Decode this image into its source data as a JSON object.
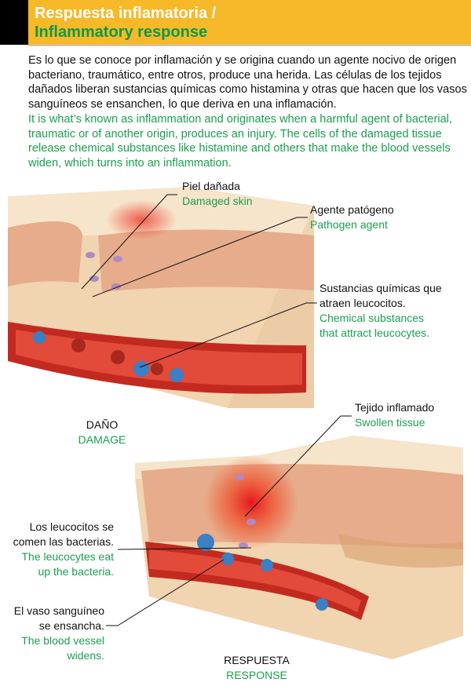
{
  "header": {
    "title_es": "Respuesta inflamatoria /",
    "title_en": "Inflammatory response"
  },
  "intro": {
    "es": "Es lo que se conoce por inflamación y se origina cuando un agente nocivo de origen bacteriano, traumático, entre otros, produce una herida. Las células de los tejidos dañados liberan sustancias químicas como histamina y otras que hacen que los vasos sanguíneos se ensanchen, lo que deriva en una inflamación.",
    "en": "It is what’s known as inflammation and originates when a harmful agent of bacterial, traumatic or of another origin, produces an injury. The cells of the damaged tissue release chemical substances like histamine and others that make the blood vessels widen, which turns into an inflammation."
  },
  "damage": {
    "title_es": "DAÑO",
    "title_en": "DAMAGE",
    "labels": [
      {
        "es": "Piel dañada",
        "en": "Damaged skin"
      },
      {
        "es": "Agente patógeno",
        "en": "Pathogen agent"
      },
      {
        "es1": "Sustancias químicas que",
        "es2": "atraen leucocitos.",
        "en1": "Chemical substances",
        "en2": "that attract leucocytes."
      }
    ]
  },
  "response": {
    "title_es": "RESPUESTA",
    "title_en": "RESPONSE",
    "labels": [
      {
        "es": "Tejido inflamado",
        "en": "Swollen tissue"
      },
      {
        "es1": "Los leucocitos se",
        "es2": "comen las bacterias.",
        "en1": "The leucocytes eat",
        "en2": "up the bacteria."
      },
      {
        "es1": "El vaso sanguíneo",
        "es2": "se ensancha.",
        "en1": "The blood vessel",
        "en2": "widens."
      }
    ]
  },
  "colors": {
    "header_bg": "#f7b928",
    "green": "#1aa04e",
    "skin": "#f3d9b8",
    "epidermis": "#e9b08f",
    "vessel": "#c8281e"
  }
}
